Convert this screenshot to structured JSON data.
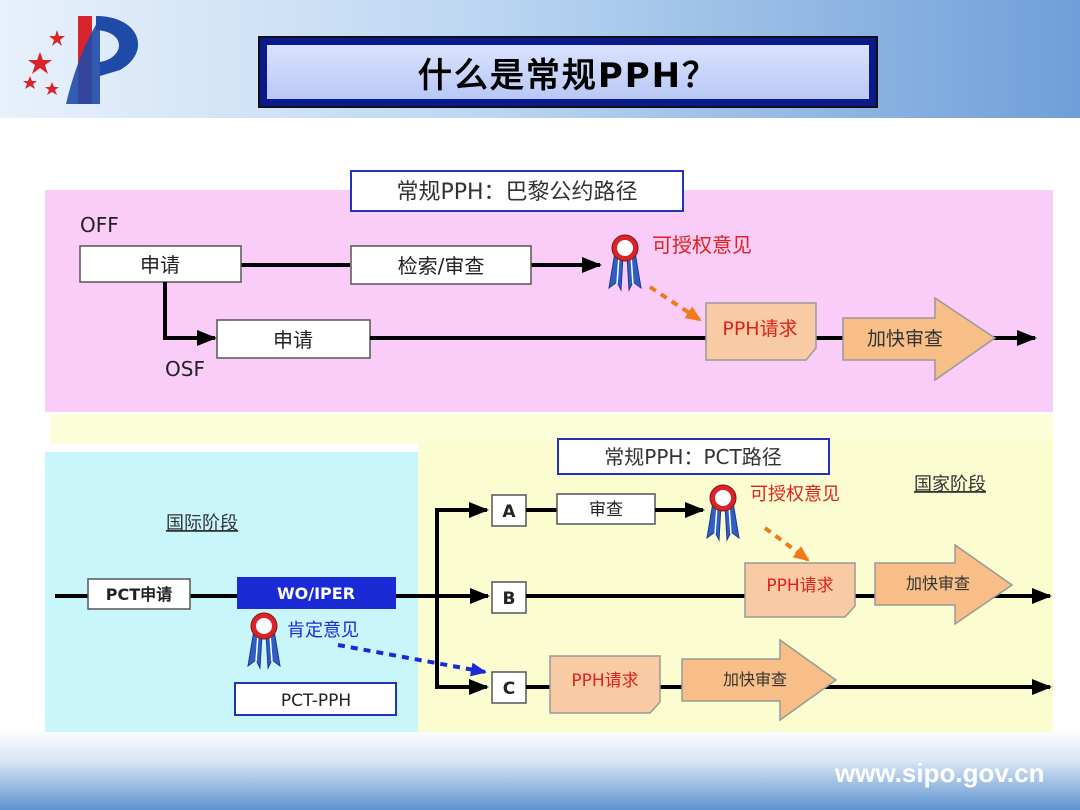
{
  "title": "什么是常规PPH？",
  "footer_url": "www.sipo.gov.cn",
  "paris": {
    "heading": "常规PPH：巴黎公约路径",
    "off_label": "OFF",
    "osf_label": "OSF",
    "apply_top": "申请",
    "search_exam": "检索/审查",
    "allowable_opinion": "可授权意见",
    "apply_bottom": "申请",
    "pph_request": "PPH请求",
    "accelerated": "加快审查"
  },
  "pct": {
    "heading": "常规PPH：PCT路径",
    "intl_stage": "国际阶段",
    "national_stage": "国家阶段",
    "pct_apply": "PCT申请",
    "wo_iper": "WO/IPER",
    "positive_opinion": "肯定意见",
    "pct_pph": "PCT-PPH",
    "route_a": "A",
    "route_b": "B",
    "route_c": "C",
    "exam": "审查",
    "allowable_opinion": "可授权意见",
    "pph_request_b": "PPH请求",
    "accelerated_b": "加快审查",
    "pph_request_c": "PPH请求",
    "accelerated_c": "加快审查"
  },
  "colors": {
    "pink_panel": "#f9cdf7",
    "cyan_panel": "#c9f6fb",
    "yellow_panel": "#fbfcd0",
    "wo_box": "#1a2bd6",
    "orange_box": "#f9cba4",
    "blue_frame": "#2233b3",
    "red_text": "#e0201b"
  },
  "icons": [
    "logo-icon",
    "ribbon-award-icon"
  ]
}
